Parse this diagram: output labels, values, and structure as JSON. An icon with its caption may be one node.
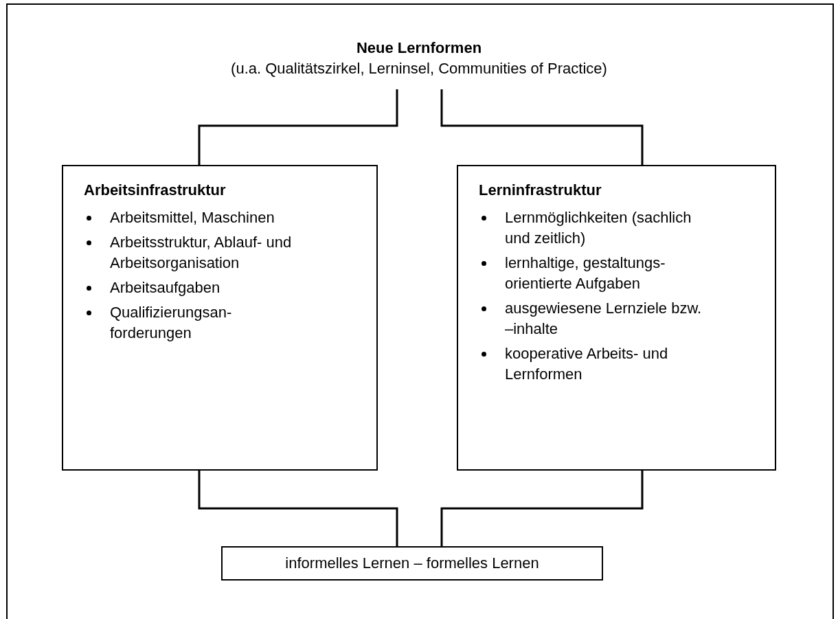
{
  "diagram": {
    "nodes": [
      {
        "text": [
          "Neue Lernformen",
          "(u.a. Qualitätszirkel, Lerninsel, Communities of Practice)"
        ]
      },
      {
        "text": [
          "Arbeitsinfrastruktur",
          "Arbeitsmittel, Maschinen",
          "Arbeitsstruktur, Ablauf- und Arbeitsorganisation",
          "Arbeitsaufgaben",
          "Qualifizierungsan-forderungen"
        ]
      },
      {
        "text": [
          "Lerninfrastruktur",
          "Lernmöglichkeiten (sachlich und zeitlich)",
          "lernhaltige, gestaltungs-orientierte Aufgaben",
          "ausgewiesene Lernziele bzw. –inhalte",
          "kooperative Arbeits- und Lernformen"
        ]
      },
      {
        "text": [
          "informelles Lernen – formelles Lernen"
        ]
      }
    ],
    "edges": [
      {
        "from": 0,
        "to": 1,
        "arrow": "none"
      },
      {
        "from": 0,
        "to": 2,
        "arrow": "none"
      },
      {
        "from": 1,
        "to": 3,
        "arrow": "none"
      },
      {
        "from": 2,
        "to": 3,
        "arrow": "none"
      }
    ]
  }
}
